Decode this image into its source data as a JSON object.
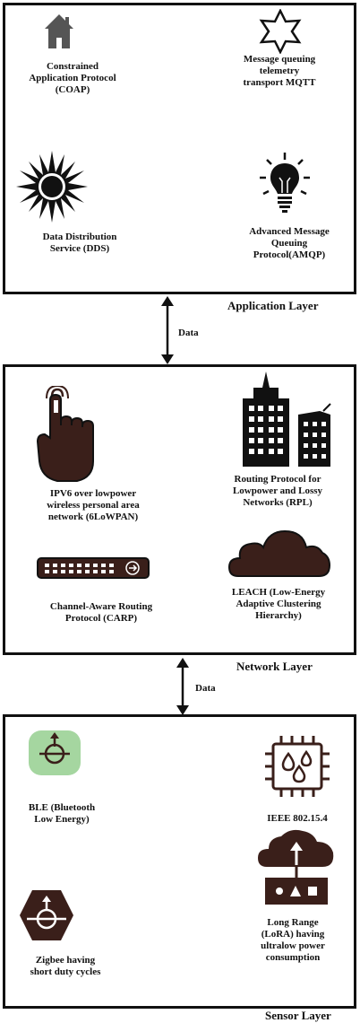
{
  "application_layer": {
    "title": "Application Layer",
    "coap": "Constrained\nApplication Protocol\n(COAP)",
    "mqtt": "Message queuing\ntelemetry\ntransport MQTT",
    "dds": "Data Distribution\nService (DDS)",
    "amqp": "Advanced Message\nQueuing\nProtocol(AMQP)"
  },
  "arrow_top": {
    "label": "Data"
  },
  "network_layer": {
    "title": "Network Layer",
    "sixlowpan": "IPV6 over lowpower\nwireless personal area\nnetwork (6LoWPAN)",
    "rpl": "Routing Protocol for\nLowpower and Lossy\nNetworks (RPL)",
    "carp": "Channel-Aware Routing\nProtocol (CARP)",
    "leach": "LEACH (Low-Energy\nAdaptive Clustering\nHierarchy)"
  },
  "arrow_bottom": {
    "label": "Data"
  },
  "sensor_layer": {
    "title": "Sensor Layer",
    "ble": "BLE (Bluetooth\nLow Energy)",
    "ieee": "IEEE 802.15.4",
    "zigbee": "Zigbee having\nshort duty cycles",
    "lora": "Long Range\n(LoRA) having\nultralow power\nconsumption"
  },
  "colors": {
    "icon_dark": "#3a1f1a",
    "house_gray": "#555555",
    "ble_green": "#a5d6a0"
  }
}
